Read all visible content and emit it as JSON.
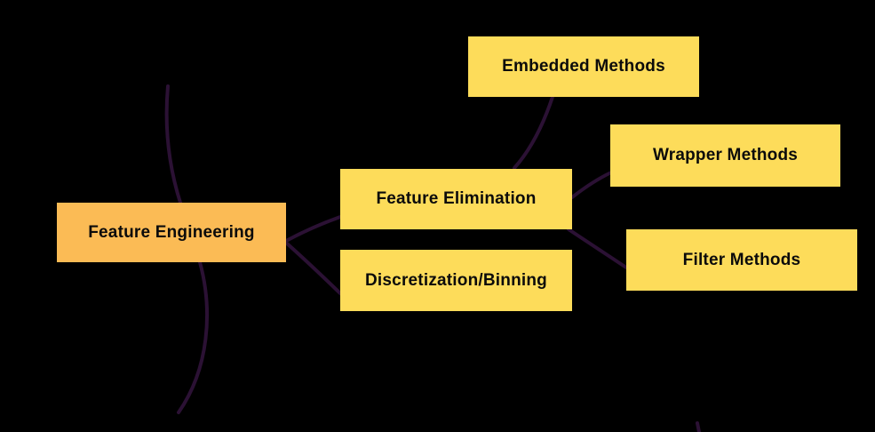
{
  "diagram": {
    "type": "mindmap",
    "background": "#000000"
  },
  "colors": {
    "background": "#000000",
    "edge": "#2B1134",
    "text": "#0B0B0B",
    "root_node": "#FBBB55",
    "child_node": "#FDDC5A"
  },
  "nodes": [
    {
      "id": "feature-engineering",
      "label": "Feature Engineering",
      "color": "#FBBB55",
      "role": "root"
    },
    {
      "id": "feature-elimination",
      "label": "Feature Elimination",
      "color": "#FDDC5A",
      "role": "child"
    },
    {
      "id": "discretization-binning",
      "label": "Discretization/Binning",
      "color": "#FDDC5A",
      "role": "child"
    },
    {
      "id": "embedded-methods",
      "label": "Embedded Methods",
      "color": "#FDDC5A",
      "role": "child"
    },
    {
      "id": "wrapper-methods",
      "label": "Wrapper Methods",
      "color": "#FDDC5A",
      "role": "child"
    },
    {
      "id": "filter-methods",
      "label": "Filter Methods",
      "color": "#FDDC5A",
      "role": "child"
    }
  ],
  "edges": [
    {
      "from": "feature-engineering",
      "to": "feature-elimination"
    },
    {
      "from": "feature-engineering",
      "to": "discretization-binning"
    },
    {
      "from": "feature-elimination",
      "to": "embedded-methods"
    },
    {
      "from": "feature-elimination",
      "to": "wrapper-methods"
    },
    {
      "from": "feature-elimination",
      "to": "filter-methods"
    },
    {
      "from": "feature-engineering",
      "to": "offscreen-top"
    },
    {
      "from": "feature-engineering",
      "to": "offscreen-bottom"
    },
    {
      "from": "offscreen-bottom-right",
      "to": "offscreen-bottom-edge"
    }
  ]
}
